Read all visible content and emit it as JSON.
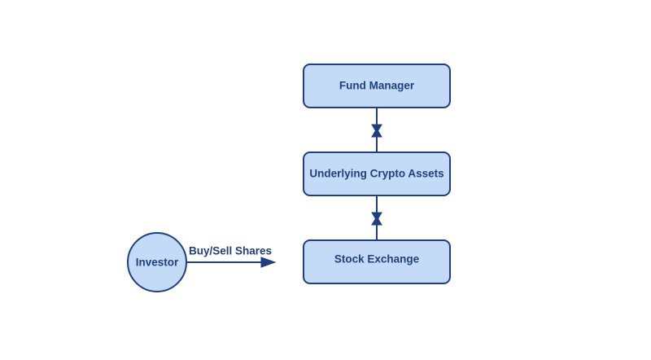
{
  "nodes": {
    "fund_manager": "Fund Manager",
    "underlying_crypto_assets": "Underlying Crypto Assets",
    "stock_exchange": "Stock Exchange",
    "investor": "Investor"
  },
  "edges": {
    "investor_to_exchange_label": "Buy/Sell Shares"
  },
  "colors": {
    "node_fill": "#c3dbf7",
    "stroke": "#1f3f80"
  }
}
